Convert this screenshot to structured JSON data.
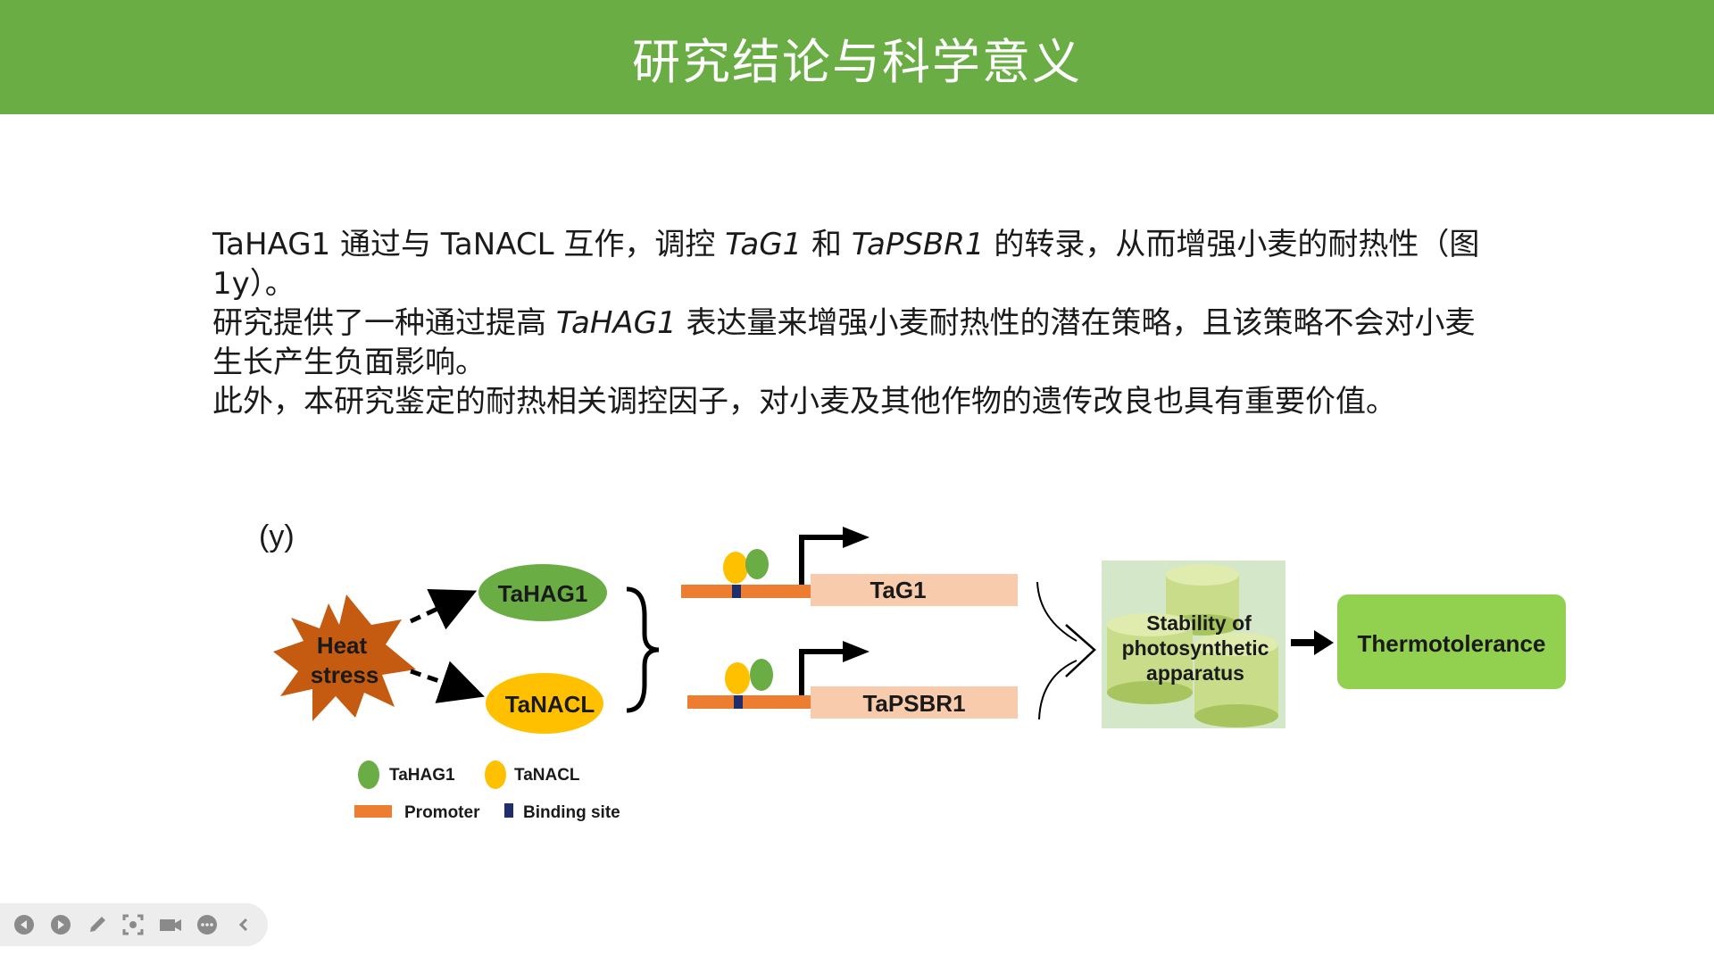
{
  "slide": {
    "title": "研究结论与科学意义",
    "paragraphs": [
      {
        "p1": "TaHAG1 通过与 TaNACL 互作，调控 ",
        "i1": "TaG1",
        "p2": " 和 ",
        "i2": "TaPSBR1",
        "p3": " 的转录，从而增强小麦的耐热性（图 1y）。"
      },
      {
        "p1": "研究提供了一种通过提高 ",
        "i1": "TaHAG1",
        "p2": " 表达量来增强小麦耐热性的潜在策略，且该策略不会对小麦生长产生负面影响。"
      },
      {
        "p1": "此外，本研究鉴定的耐热相关调控因子，对小麦及其他作物的遗传改良也具有重要价值。"
      }
    ]
  },
  "diagram": {
    "panel_label": "(y)",
    "heat_stress": [
      "Heat",
      "stress"
    ],
    "tahag1_node": "TaHAG1",
    "tanacl_node": "TaNACL",
    "gene1": "TaG1",
    "gene2": "TaPSBR1",
    "stability": [
      "Stability of",
      "photosynthetic",
      "apparatus"
    ],
    "outcome": "Thermotolerance",
    "legend": {
      "tahag1": "TaHAG1",
      "tanacl": "TaNACL",
      "promoter": "Promoter",
      "binding_site": "Binding site"
    },
    "colors": {
      "tahag1": "#6aad45",
      "tanacl": "#ffc000",
      "heat": "#c55a11",
      "promoter": "#ed7d31",
      "gene_box": "#f8cbad",
      "binding_site": "#1f2e6b",
      "outcome": "#92d050",
      "title_bar": "#6aad45"
    }
  },
  "toolbar": {
    "buttons": [
      "prev-icon",
      "play-icon",
      "pen-icon",
      "focus-icon",
      "camera-icon",
      "more-icon",
      "collapse-icon"
    ]
  }
}
